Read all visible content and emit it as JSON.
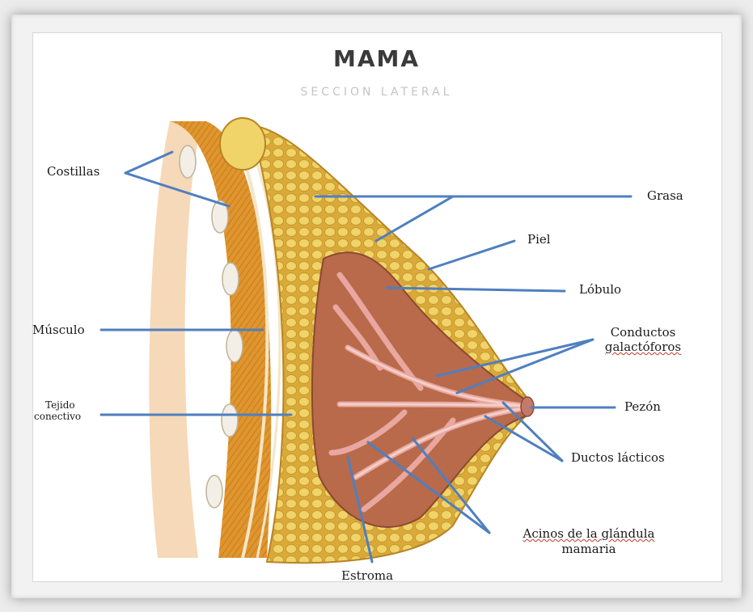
{
  "diagram": {
    "title": "MAMA",
    "subtitle": "SECCION LATERAL",
    "labels": {
      "costillas": "Costillas",
      "grasa": "Grasa",
      "piel": "Piel",
      "lobulo": "Lóbulo",
      "musculo": "Músculo",
      "conductos_1": "Conductos",
      "conductos_2": "galactóforos",
      "tejido_1": "Tejido",
      "tejido_2": "conectivo",
      "pezon": "Pezón",
      "ductos": "Ductos lácticos",
      "acinos_1": "Acinos de la glándula",
      "acinos_2": "mamaria",
      "estroma": "Estroma"
    },
    "colors": {
      "leader_line": "#4f7fc0",
      "fat": "#e8c24a",
      "muscle": "#d9892c",
      "gland": "#c4705a"
    }
  }
}
